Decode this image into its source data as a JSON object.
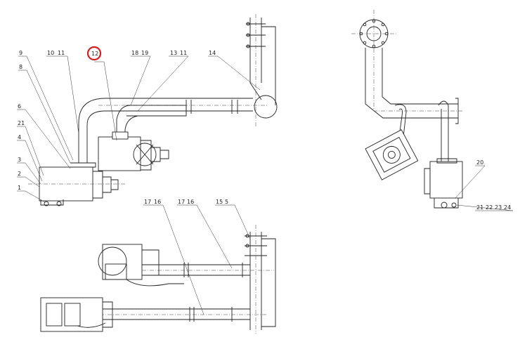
{
  "callouts": {
    "c1": "1",
    "c2": "2",
    "c3": "3",
    "c4": "4",
    "c21a": "21",
    "c6": "6",
    "c8": "8",
    "c9": "9",
    "c10": "10",
    "c11": "11",
    "c12": "12",
    "c18": "18",
    "c19": "19",
    "c13": "13",
    "c11b": "11",
    "c14": "14",
    "c17": "17",
    "c16": "16",
    "c17b": "17",
    "c16b": "16",
    "c15": "15",
    "c5": "5",
    "c20": "20",
    "c21": "21",
    "c22": "22",
    "c23": "23",
    "c24": "24"
  },
  "highlight": {
    "target": "12",
    "color": "#d02020"
  }
}
